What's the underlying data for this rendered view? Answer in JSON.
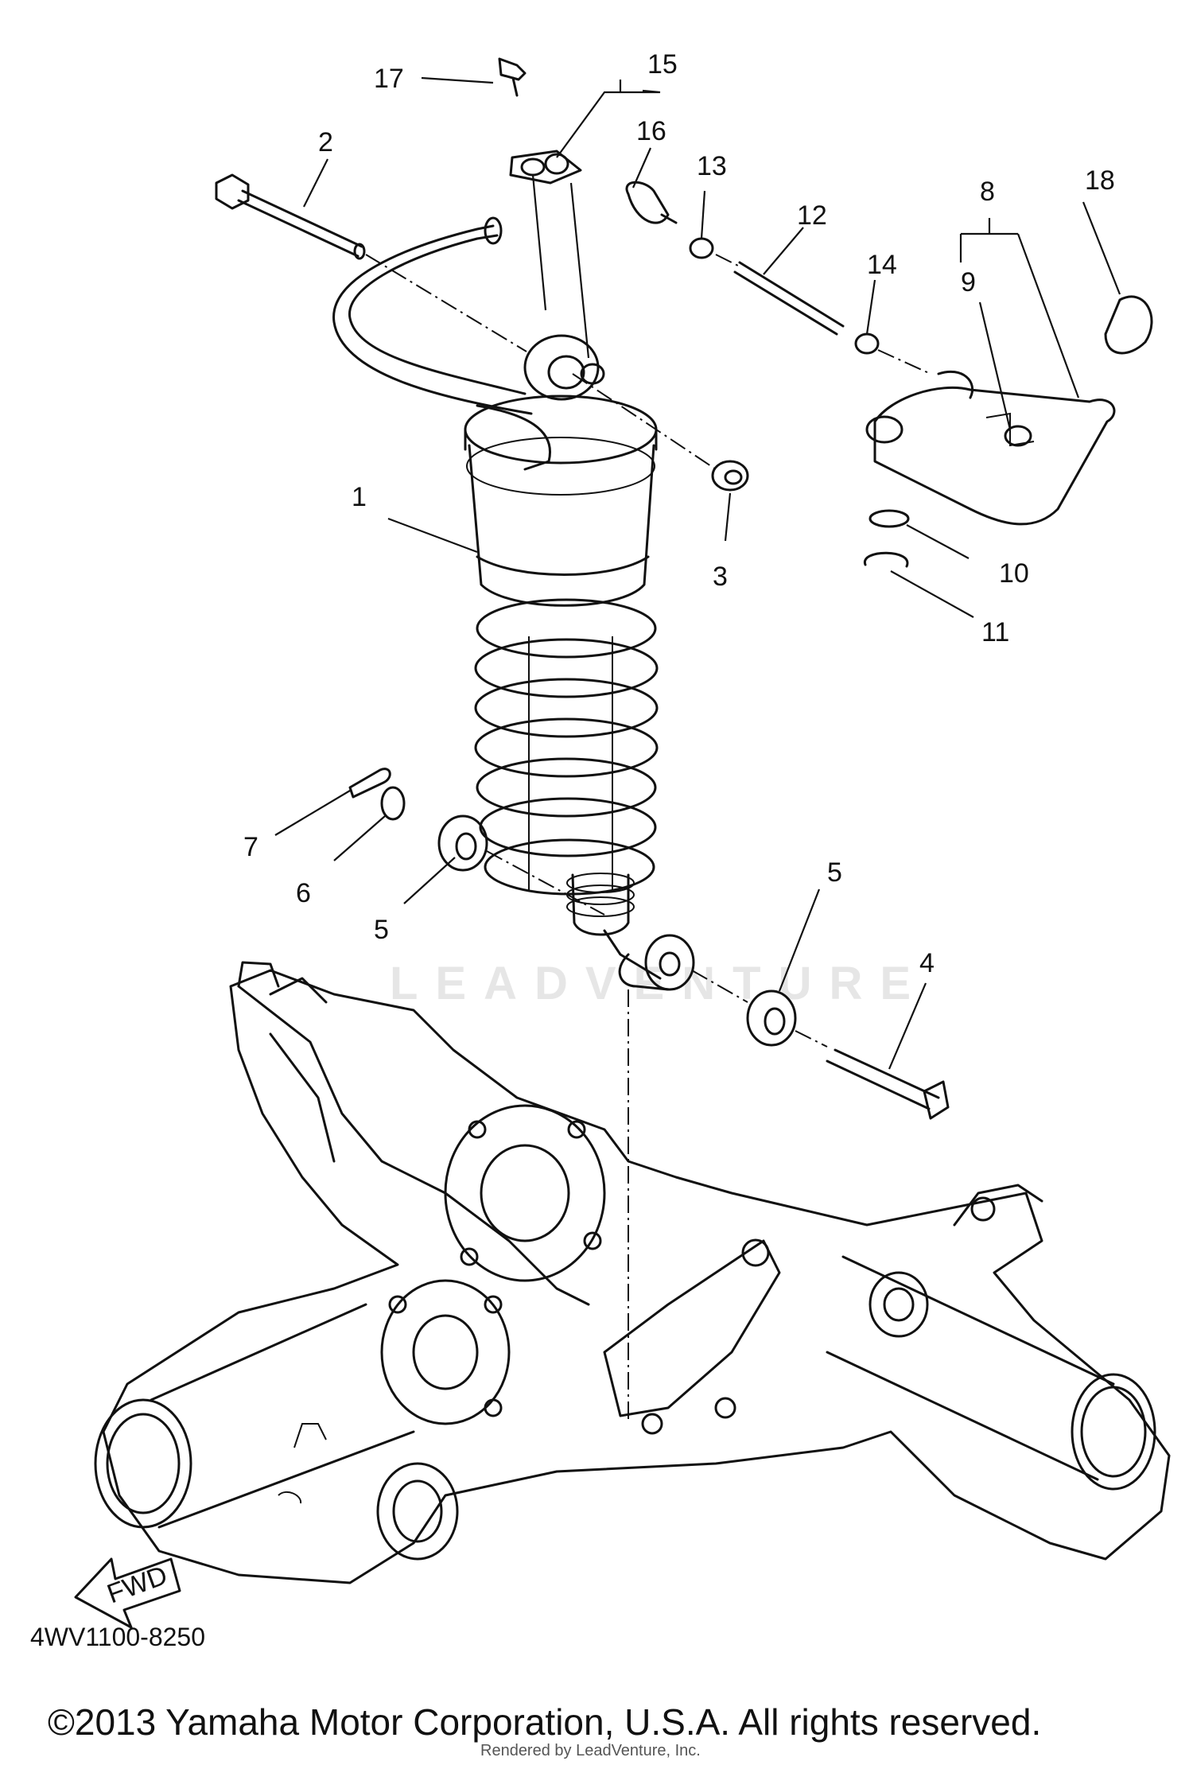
{
  "callouts": [
    "17",
    "15",
    "16",
    "2",
    "13",
    "12",
    "14",
    "18",
    "8",
    "9",
    "1",
    "3",
    "10",
    "11",
    "7",
    "6",
    "5",
    "5",
    "4"
  ],
  "diagram_code": "4WV1100-8250",
  "fwd_label": "FWD",
  "watermark": "LEADVENTURE",
  "copyright": "©2013 Yamaha Motor Corporation, U.S.A. All rights reserved.",
  "rendered_by": "Rendered by LeadVenture, Inc."
}
